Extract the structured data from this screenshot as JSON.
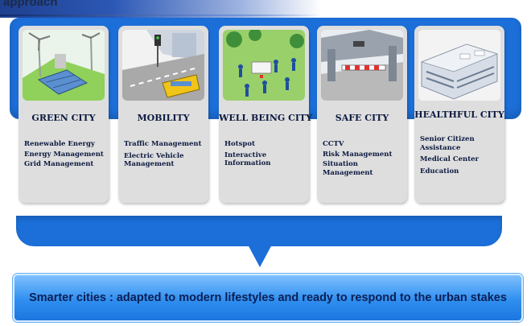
{
  "header": {
    "title": "approach"
  },
  "cards": [
    {
      "title": "GREEN CITY",
      "items": [
        "Renewable  Energy",
        "Energy Management",
        "Grid Management"
      ]
    },
    {
      "title": "MOBILITY",
      "items": [
        "Traffic Management",
        "Electric Vehicle Management"
      ]
    },
    {
      "title": "WELL BEING CITY",
      "items": [
        "Hotspot",
        "Interactive Information"
      ]
    },
    {
      "title": "SAFE CITY",
      "items": [
        "CCTV",
        "Risk Management",
        "Situation Management"
      ]
    },
    {
      "title": "HEALTHFUL  CITY",
      "items": [
        "Senior Citizen Assistance",
        "Medical Center",
        "Education"
      ]
    }
  ],
  "footer": {
    "statement": "Smarter cities : adapted to modern lifestyles and ready to respond to the urban stakes"
  },
  "colors": {
    "band": "#1c6fd9",
    "card": "#dedede",
    "text": "#0d1a40"
  }
}
